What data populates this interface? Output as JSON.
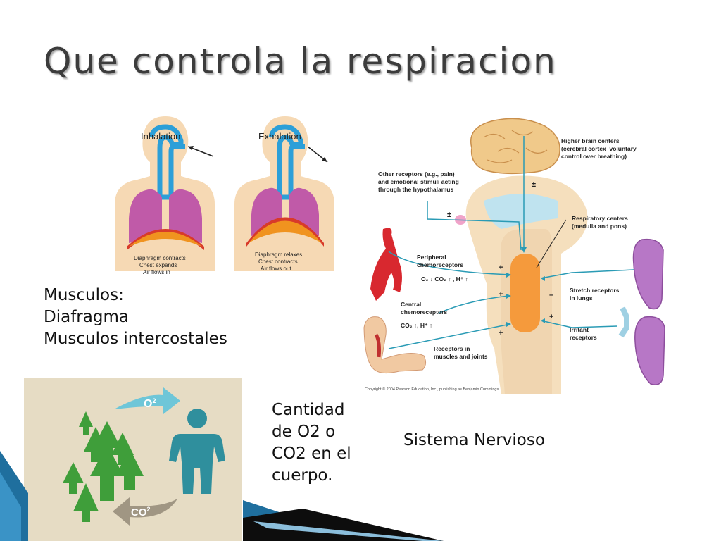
{
  "slide": {
    "title": "Que controla la respiracion",
    "muscles": {
      "heading": "Musculos:",
      "items": [
        "Diafragma",
        "Musculos intercostales"
      ]
    },
    "gas_caption": [
      "Cantidad",
      "de O2 o",
      "CO2 en el",
      "cuerpo."
    ],
    "nervous_caption": "Sistema Nervioso"
  },
  "breathing_figure": {
    "inhalation_title": "Inhalation",
    "exhalation_title": "Exhalation",
    "inhalation_notes": [
      "Diaphragm contracts",
      "Chest expands",
      "Air flows in"
    ],
    "exhalation_notes": [
      "Diaphragm relaxes",
      "Chest contracts",
      "Air flows out"
    ]
  },
  "gas_exchange_figure": {
    "o2_label": "O",
    "o2_sup": "2",
    "co2_label": "CO",
    "co2_sup": "2"
  },
  "nervous_figure": {
    "higher_brain": [
      "Higher brain centers",
      "(cerebral cortex–voluntary",
      "control over breathing)"
    ],
    "other_receptors": [
      "Other receptors (e.g., pain)",
      "and emotional stimuli acting",
      "through the hypothalamus"
    ],
    "respiratory_centers": [
      "Respiratory centers",
      "(medulla and pons)"
    ],
    "peripheral": [
      "Peripheral",
      "chemoreceptors"
    ],
    "peripheral_stimuli": "O₂ ↓  CO₂ ↑ , H⁺ ↑",
    "central": [
      "Central",
      "chemoreceptors"
    ],
    "central_stimuli": "CO₂ ↑, H⁺ ↑",
    "receptors_muscles": [
      "Receptors in",
      "muscles and joints"
    ],
    "stretch": [
      "Stretch receptors",
      "in lungs"
    ],
    "irritant": [
      "Irritant",
      "receptors"
    ],
    "sign_pm": "±",
    "sign_plus": "+",
    "sign_minus": "–",
    "copyright": "Copyright © 2004 Pearson Education, Inc., publishing as Benjamin Cummings."
  },
  "colors": {
    "title": "#3c3c3c",
    "lung": "#c05aa8",
    "diaphragm": "#f0931f",
    "airway": "#2c9fd8",
    "skin": "#f6d9b4",
    "nerve": "#2a9bb5",
    "brain": "#f0c98a",
    "center": "#f59a3c",
    "arrow_green": "#3f9e3a",
    "person": "#2f8f9d",
    "panel_bg": "#e6dcc4",
    "deco_blue": "#1f6f9e"
  }
}
